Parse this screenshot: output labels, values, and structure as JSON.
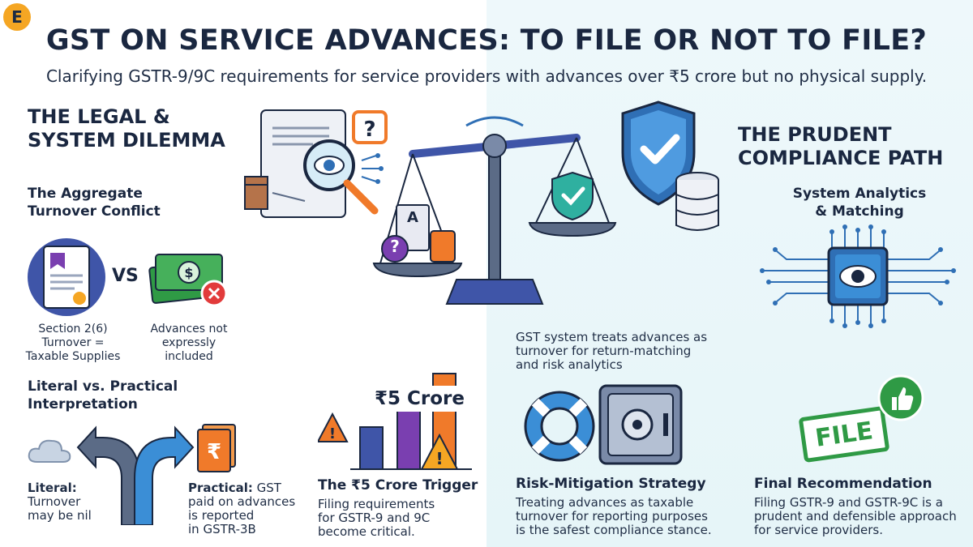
{
  "header": {
    "title": "GST ON SERVICE ADVANCES: TO FILE OR NOT TO FILE?",
    "subtitle": "Clarifying GSTR-9/9C requirements for service providers with advances over ₹5 crore but no physical supply.",
    "logo_letter": "E"
  },
  "left": {
    "section_title_line1": "THE LEGAL &",
    "section_title_line2": "SYSTEM DILEMMA",
    "conflict": {
      "title_line1": "The Aggregate",
      "title_line2": "Turnover Conflict",
      "vs": "VS",
      "left_caption_line1": "Section 2(6)",
      "left_caption_line2": "Turnover =",
      "left_caption_line3": "Taxable Supplies",
      "right_caption_line1": "Advances not",
      "right_caption_line2": "expressly",
      "right_caption_line3": "included"
    },
    "interpretation": {
      "title_line1": "Literal vs. Practical",
      "title_line2": "Interpretation",
      "literal_label": "Literal:",
      "literal_line1": "Turnover",
      "literal_line2": "may be nil",
      "practical_label": "Practical:",
      "practical_line1": " GST",
      "practical_line2": "paid on advances",
      "practical_line3": "is reported",
      "practical_line4": "in GSTR-3B"
    }
  },
  "center": {
    "crore_badge": "₹5 Crore",
    "trigger_title": "The ₹5 Crore Trigger",
    "trigger_line1": "Filing requirements",
    "trigger_line2": "for GSTR-9 and 9C",
    "trigger_line3": "become critical.",
    "doc_letter": "A",
    "question_mark": "?"
  },
  "right": {
    "section_title_line1": "THE PRUDENT",
    "section_title_line2": "COMPLIANCE PATH",
    "analytics": {
      "title_line1": "System Analytics",
      "title_line2": "& Matching",
      "desc_line1": "GST system treats advances as",
      "desc_line2": "turnover for return-matching",
      "desc_line3": "and risk analytics"
    },
    "risk": {
      "title": "Risk-Mitigation Strategy",
      "line1": "Treating advances as taxable",
      "line2": "turnover for reporting purposes",
      "line3": "is the safest compliance stance."
    },
    "final": {
      "stamp": "FILE",
      "title": "Final Recommendation",
      "line1": "Filing GSTR-9 and GSTR-9C is a",
      "line2": "prudent and defensible approach",
      "line3": "for service providers."
    }
  },
  "colors": {
    "navy": "#1a2740",
    "blue": "#2f6fb5",
    "orange": "#f07a2a",
    "green": "#2f9a45",
    "purple": "#7a3fb0",
    "teal_bg": "#e6f5f8"
  }
}
